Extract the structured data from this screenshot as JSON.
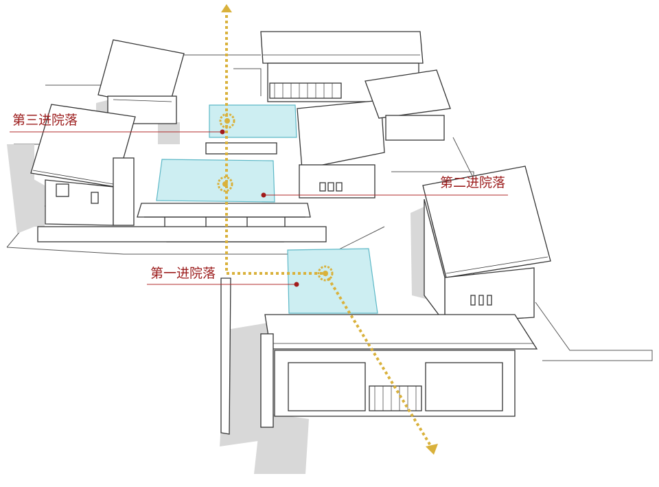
{
  "labels": {
    "third_courtyard": "第三进院落",
    "second_courtyard": "第二进院落",
    "first_courtyard": "第一进院落"
  },
  "colors": {
    "label_text": "#9b1b1b",
    "leader_line": "#b02a2a",
    "marker_dot": "#a11a1a",
    "axis_path": "#d9b13b",
    "courtyard_fill": "#cdeef2",
    "courtyard_stroke": "#5bb7c6",
    "building_stroke": "#333333",
    "shadow": "#d6d6d6"
  },
  "icons": {
    "courtyard_marker": "sun-ring-icon",
    "axis_arrow": "arrowhead-icon"
  }
}
